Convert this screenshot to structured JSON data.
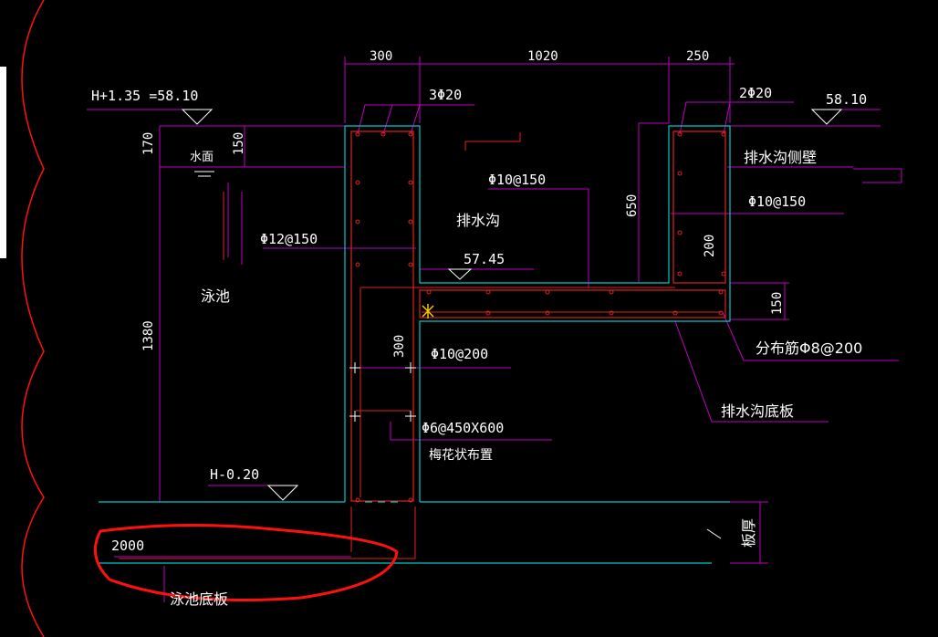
{
  "colors": {
    "background": "#000000",
    "wall": "#00c8c8",
    "leader": "#c000c0",
    "rebar": "#e02020",
    "text": "#ffffff",
    "markup": "#ff1010"
  },
  "dims": {
    "top_left": "300",
    "top_mid": "1020",
    "top_right": "250",
    "left_170": "170",
    "left_150": "150",
    "left_1380": "1380",
    "inner_650": "650",
    "inner_200": "200",
    "inner_300": "300",
    "right_150": "150",
    "bottom_2000": "2000",
    "slab": "板厚"
  },
  "elevations": {
    "pool_top": "H+1.35 =58.10",
    "right_top": "58.10",
    "ditch_bottom": "57.45",
    "ground": "H-0.20"
  },
  "labels": {
    "water_surface": "水面",
    "pool": "泳池",
    "ditch": "排水沟",
    "ditch_side_wall": "排水沟侧壁",
    "ditch_bottom_slab": "排水沟底板",
    "pool_bottom_slab": "泳池底板",
    "plum_layout": "梅花状布置"
  },
  "rebar": {
    "r_3phi20": "3Φ20",
    "r_2phi20": "2Φ20",
    "r_phi10_150_left": "Φ10@150",
    "r_phi10_150_right": "Φ10@150",
    "r_phi12_150": "Φ12@150",
    "r_phi10_200": "Φ10@200",
    "r_phi6": "Φ6@450X600",
    "r_dist": "分布筋Φ8@200"
  }
}
